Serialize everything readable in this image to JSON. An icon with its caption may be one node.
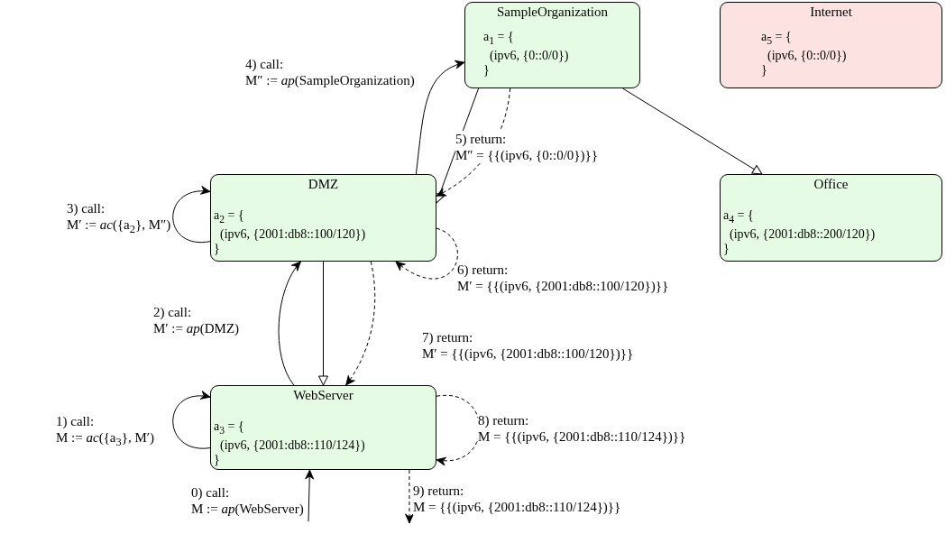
{
  "diagram": {
    "nodes": [
      {
        "text": [
          "SampleOrganization",
          "a$_{1}$ = { (ipv6, {0::0/0}) }"
        ]
      },
      {
        "text": [
          "Internet",
          "a$_{5}$ = { (ipv6, {0::0/0}) }"
        ]
      },
      {
        "text": [
          "DMZ",
          "a$_{2}$ = { (ipv6, {2001:db8::100/120}) }"
        ]
      },
      {
        "text": [
          "Office",
          "a$_{4}$ = { (ipv6, {2001:db8::200/120}) }"
        ]
      },
      {
        "text": [
          "WebServer",
          "a$_{3}$ = { (ipv6, {2001:db8::110/124}) }"
        ]
      }
    ],
    "edges": [
      {
        "from": 0,
        "to": 2,
        "arrow": "to"
      },
      {
        "from": 0,
        "to": 3,
        "arrow": "to"
      },
      {
        "from": 2,
        "to": 4,
        "arrow": "to"
      },
      {
        "from": null,
        "to": 4,
        "arrow": "to",
        "label": "0) call: M := *ap*(WebServer)"
      },
      {
        "from": 4,
        "to": 4,
        "arrow": "to",
        "label": "1) call: M := *ac*({a$_{3}$}, M′)"
      },
      {
        "from": 4,
        "to": 2,
        "arrow": "to",
        "label": "2) call: M′ := *ap*(DMZ)"
      },
      {
        "from": 2,
        "to": 2,
        "arrow": "to",
        "label": "3) call: M′ := *ac*({a$_{2}$}, M″)"
      },
      {
        "from": 2,
        "to": 0,
        "arrow": "to",
        "label": "4) call: M″ := *ap*(SampleOrganization)"
      },
      {
        "from": 0,
        "to": 2,
        "arrow": "to",
        "style": "dashed",
        "label": "5) return: M″ = {{(ipv6, {0::0/0})}}"
      },
      {
        "from": 2,
        "to": 2,
        "arrow": "to",
        "style": "dashed",
        "label": "6) return: M′ = {{(ipv6, {2001:db8::100/120})}}"
      },
      {
        "from": 2,
        "to": 4,
        "arrow": "to",
        "style": "dashed",
        "label": "7) return: M′ = {{(ipv6, {2001:db8::100/120})}}"
      },
      {
        "from": 4,
        "to": 4,
        "arrow": "to",
        "style": "dashed",
        "label": "8) return: M = {{(ipv6, {2001:db8::110/124})}}"
      },
      {
        "from": 4,
        "to": null,
        "arrow": "to",
        "style": "dashed",
        "label": "9) return: M = {{(ipv6, {2001:db8::110/124})}}"
      }
    ]
  }
}
